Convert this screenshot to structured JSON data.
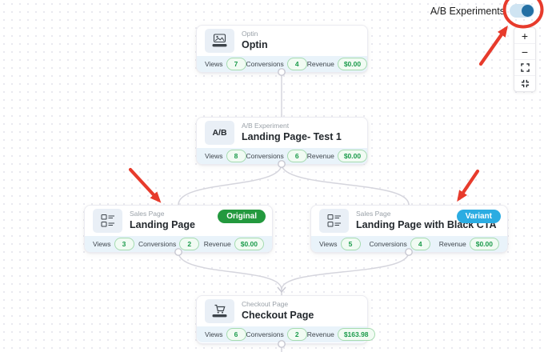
{
  "header": {
    "ab_experiments_label": "A/B Experiments",
    "toggle": {
      "state": "on",
      "track_color": "#cfe4f2",
      "knob_color": "#2470a4"
    }
  },
  "toolbar": {
    "zoom_in_label": "+",
    "zoom_out_label": "−"
  },
  "stats_labels": {
    "views": "Views",
    "conversions": "Conversions",
    "revenue": "Revenue"
  },
  "nodes": [
    {
      "type_label": "Optin",
      "title": "Optin",
      "icon": "optin-page-icon",
      "stats": {
        "views": "7",
        "conversions": "4",
        "revenue": "$0.00"
      }
    },
    {
      "type_label": "A/B Experiment",
      "title": "Landing Page- Test 1",
      "icon": "ab-test-icon",
      "icon_text": "A/B",
      "stats": {
        "views": "8",
        "conversions": "6",
        "revenue": "$0.00"
      }
    },
    {
      "type_label": "Sales Page",
      "title": "Landing Page",
      "icon": "sales-page-icon",
      "badge": "Original",
      "stats": {
        "views": "3",
        "conversions": "2",
        "revenue": "$0.00"
      }
    },
    {
      "type_label": "Sales Page",
      "title": "Landing Page with Black CTA",
      "icon": "sales-page-icon",
      "badge": "Variant",
      "stats": {
        "views": "5",
        "conversions": "4",
        "revenue": "$0.00"
      }
    },
    {
      "type_label": "Checkout Page",
      "title": "Checkout Page",
      "icon": "checkout-cart-icon",
      "stats": {
        "views": "6",
        "conversions": "2",
        "revenue": "$163.98"
      }
    }
  ],
  "colors": {
    "badge_original": "#23993E",
    "badge_variant": "#2BACE2",
    "stat_pill_text": "#1b9b4b",
    "stat_pill_border": "#a5dbb0",
    "stats_bar_bg": "#e9f3fa",
    "connector_line": "#d5d5dd",
    "annotation_red": "#e73b2c"
  }
}
